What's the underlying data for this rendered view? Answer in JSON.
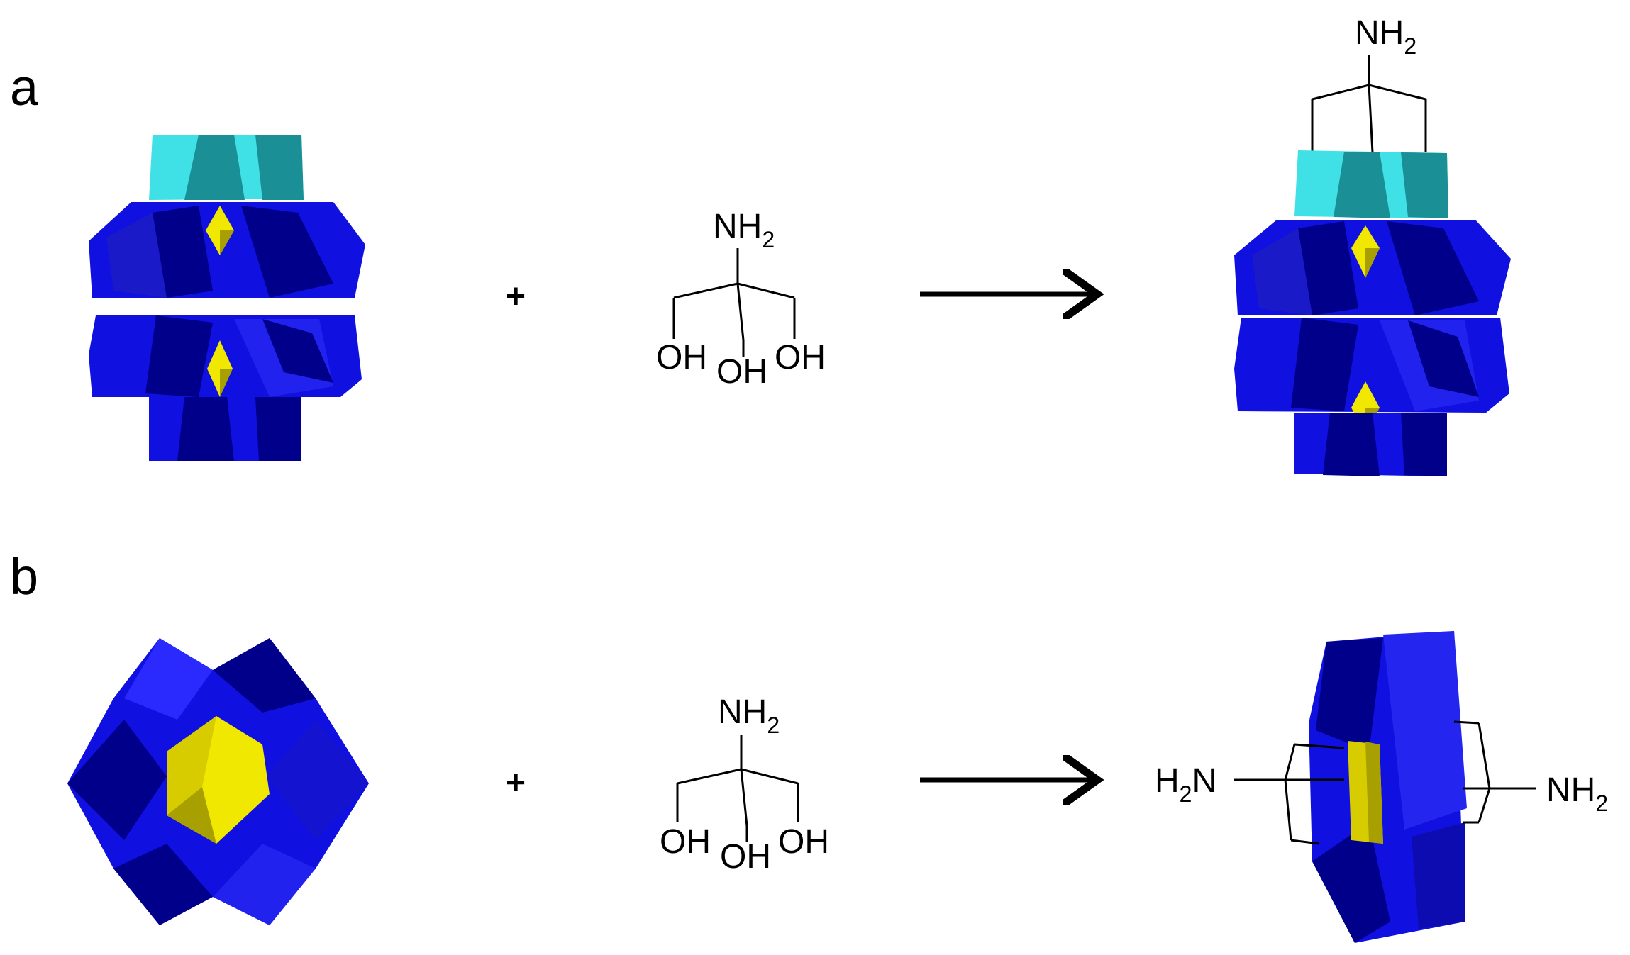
{
  "panels": [
    {
      "label": "a",
      "reagent": {
        "top": "NH",
        "top_sub": "2",
        "oh1": "OH",
        "oh2": "OH",
        "oh3": "OH"
      },
      "plus": "+",
      "product": {
        "top": "NH",
        "top_sub": "2"
      }
    },
    {
      "label": "b",
      "reagent": {
        "top": "NH",
        "top_sub": "2",
        "oh1": "OH",
        "oh2": "OH",
        "oh3": "OH"
      },
      "plus": "+",
      "product": {
        "left_main": "H",
        "left_sub": "2",
        "left_tail": "N",
        "right": "NH",
        "right_sub": "2"
      }
    }
  ],
  "colors": {
    "polyhedron_blue": "#1010e0",
    "polyhedron_dark_blue": "#00008a",
    "polyhedron_cyan": "#3fe0e6",
    "polyhedron_teal": "#1a8f95",
    "heteroatom_yellow": "#f0e800",
    "heteroatom_olive": "#a8a000"
  }
}
